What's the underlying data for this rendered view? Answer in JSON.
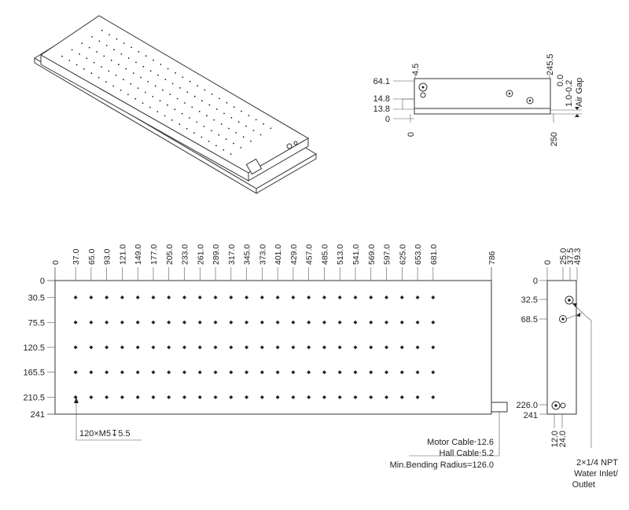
{
  "front_view": {
    "z_labels": [
      "64.1",
      "14.8",
      "13.8",
      "0"
    ],
    "x_labels": [
      "4.5",
      "0",
      "245.5",
      "250"
    ],
    "gap_labels": [
      "0.0",
      "1.0-0.2"
    ],
    "air_gap_label": "Air Gap"
  },
  "top_view": {
    "x_labels": [
      "0",
      "37.0",
      "65.0",
      "93.0",
      "121.0",
      "149.0",
      "177.0",
      "205.0",
      "233.0",
      "261.0",
      "289.0",
      "317.0",
      "345.0",
      "373.0",
      "401.0",
      "429.0",
      "457.0",
      "485.0",
      "513.0",
      "541.0",
      "569.0",
      "597.0",
      "625.0",
      "653.0",
      "681.0",
      "786"
    ],
    "y_labels": [
      "0",
      "30.5",
      "75.5",
      "120.5",
      "165.5",
      "210.5",
      "241"
    ],
    "hole_callout": "120×M5↧5.5",
    "motor_cable": "Motor Cable⋅12.6",
    "hall_cable": "Hall Cable⋅5.2",
    "bending_radius": "Min.Bending Radius=126.0"
  },
  "side_view": {
    "x_labels_top": [
      "0",
      "25.0",
      "37.5",
      "49.3"
    ],
    "y_labels": [
      "0",
      "32.5",
      "68.5",
      "226.0",
      "241"
    ],
    "x_labels_bottom": [
      "12.0",
      "24.0"
    ],
    "npt_label": "2×1/4 NPT",
    "water_label_1": "Water Inlet/",
    "water_label_2": "Outlet"
  }
}
